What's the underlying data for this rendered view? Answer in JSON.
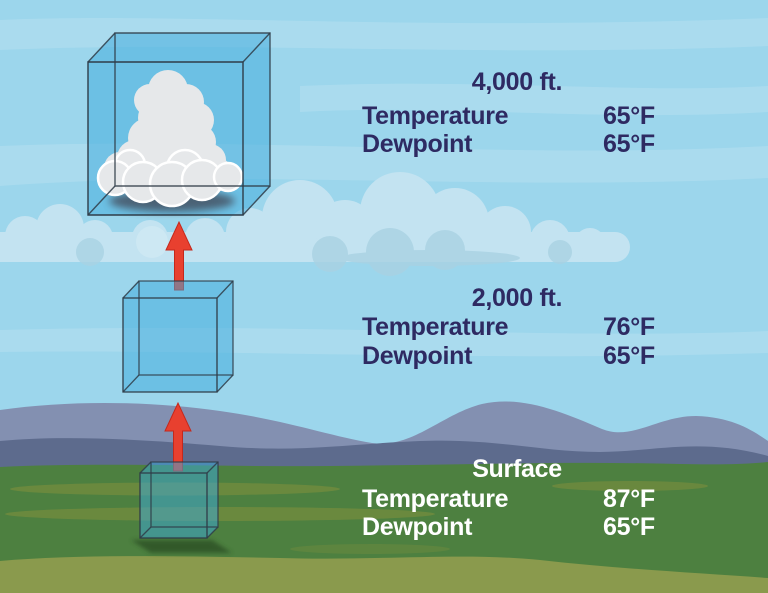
{
  "levels": [
    {
      "name": "4,000 ft.",
      "temperature_label": "Temperature",
      "temperature_value": "65°F",
      "dewpoint_label": "Dewpoint",
      "dewpoint_value": "65°F",
      "text_color": "#2e2a62"
    },
    {
      "name": "2,000 ft.",
      "temperature_label": "Temperature",
      "temperature_value": "76°F",
      "dewpoint_label": "Dewpoint",
      "dewpoint_value": "65°F",
      "text_color": "#2e2a62"
    },
    {
      "name": "Surface",
      "temperature_label": "Temperature",
      "temperature_value": "87°F",
      "dewpoint_label": "Dewpoint",
      "dewpoint_value": "65°F",
      "text_color": "#ffffff"
    }
  ],
  "graphics": {
    "cloud_parcel": "cumulus-cloud-in-box",
    "rising_arrows": "up-arrow-icon",
    "parcel_boxes": "air-parcel-cube",
    "background": [
      "sky",
      "cloud-bank",
      "mountains",
      "grass-field"
    ]
  },
  "colors": {
    "sky": "#9cd6ec",
    "sky_band": "#ffffff",
    "cloud_bank": "#c3e3f1",
    "cloud_bank_shade": "#a9d2e3",
    "mountain_back": "#8390b1",
    "mountain_front": "#5d6b8d",
    "grass": "#4d8040",
    "grass_streak": "#6e8a3e",
    "grass_band": "#8a9a4d",
    "cube_fill": "rgba(60,170,220,0.5)",
    "cube_edge": "#2f3c48",
    "arrow_red": "#e8402f",
    "cloud_body": "#e6e8ea",
    "cloud_rim": "#ffffff",
    "text_navy": "#2e2a62",
    "text_white": "#ffffff"
  }
}
